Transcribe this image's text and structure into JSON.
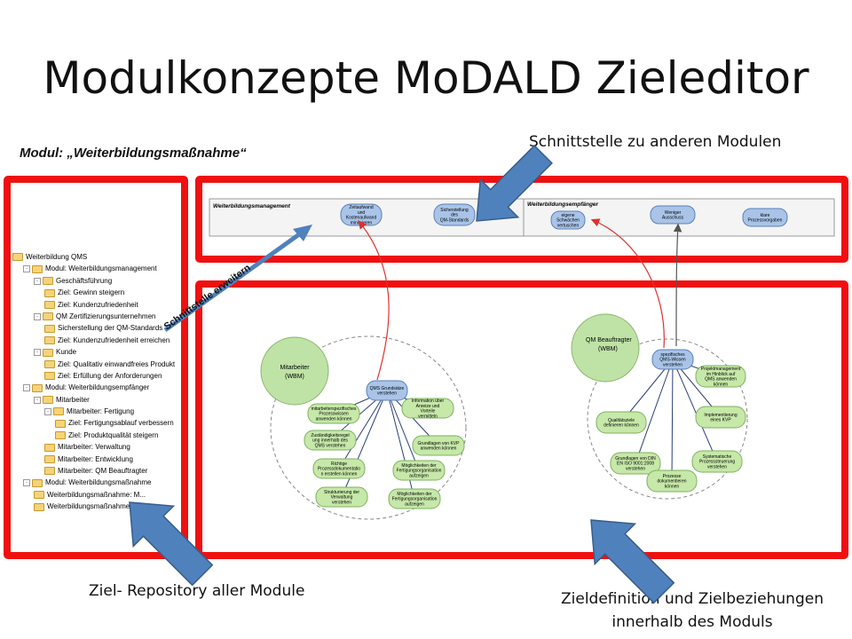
{
  "title": "Modulkonzepte MoDALD Zieleditor",
  "module_caption": "Modul: „Weiterbildungsmaßnahme“",
  "callouts": {
    "top": "Schnittstelle zu anderen Modulen",
    "left": "Ziel- Repository aller Module",
    "right_line1": "Zieldefinition und Zielbeziehungen",
    "right_line2": "innerhalb des Moduls",
    "diagonal": "Schnittstelle erweitern"
  },
  "tree": [
    {
      "level": 0,
      "toggle": "",
      "label": "Weiterbildung QMS"
    },
    {
      "level": 1,
      "toggle": "-",
      "label": "Modul: Weiterbildungsmanagement"
    },
    {
      "level": 2,
      "toggle": "-",
      "label": "Geschäftsführung"
    },
    {
      "level": 3,
      "toggle": "",
      "label": "Ziel: Gewinn steigern"
    },
    {
      "level": 3,
      "toggle": "",
      "label": "Ziel: Kundenzufriedenheit"
    },
    {
      "level": 2,
      "toggle": "-",
      "label": "QM Zertifizierungsunternehmen"
    },
    {
      "level": 3,
      "toggle": "",
      "label": "Sicherstellung der QM-Standards"
    },
    {
      "level": 3,
      "toggle": "",
      "label": "Ziel: Kundenzufriedenheit erreichen"
    },
    {
      "level": 2,
      "toggle": "-",
      "label": "Kunde"
    },
    {
      "level": 3,
      "toggle": "",
      "label": "Ziel: Qualitativ einwandfreies Produkt"
    },
    {
      "level": 3,
      "toggle": "",
      "label": "Ziel: Erfüllung der Anforderungen"
    },
    {
      "level": 1,
      "toggle": "-",
      "label": "Modul: Weiterbildungsempfänger"
    },
    {
      "level": 2,
      "toggle": "-",
      "label": "Mitarbeiter"
    },
    {
      "level": 3,
      "toggle": "-",
      "label": "Mitarbeiter: Fertigung"
    },
    {
      "level": 4,
      "toggle": "",
      "label": "Ziel: Fertigungsablauf verbessern"
    },
    {
      "level": 4,
      "toggle": "",
      "label": "Ziel: Produktqualität steigern"
    },
    {
      "level": 3,
      "toggle": "",
      "label": "Mitarbeiter: Verwaltung"
    },
    {
      "level": 3,
      "toggle": "",
      "label": "Mitarbeiter: Entwicklung"
    },
    {
      "level": 3,
      "toggle": "",
      "label": "Mitarbeiter: QM Beauftragter"
    },
    {
      "level": 1,
      "toggle": "-",
      "label": "Modul: Weiterbildungsmaßnahme"
    },
    {
      "level": 2,
      "toggle": "",
      "label": "Weiterbildungsmaßnahme: M..."
    },
    {
      "level": 2,
      "toggle": "",
      "label": "Weiterbildungsmaßnahme: Q..."
    }
  ],
  "interface_bar": {
    "left_title": "Weiterbildungsmanagement",
    "right_title": "Weiterbildungsempfänger",
    "left_nodes": [
      "Zeitaufwand und Kostenaufwand minimieren",
      "Sicherstellung des QM-Standards"
    ],
    "right_nodes": [
      "eigene Schwächen vertuschen",
      "Weniger Ausschuss",
      "klare Prozessvorgaben"
    ]
  },
  "left_cluster": {
    "actor": [
      "Mitarbeiter",
      "(WBM)"
    ],
    "center": "QMS Grundsätze verstehen",
    "nodes": [
      "mitarbeiterspezifisches Prozesswissen anwenden können",
      "Information über Anreize und Vorteile vermitteln",
      "Zuständigkeitsregel ung innerhalb des QMS verstehen",
      "Grundlagen von KVP anwenden können",
      "Richtige Prozessdokumentatio n erstellen können",
      "Möglichkeiten der Fertigungsorganisation aufzeigen",
      "Strukturierung der Verwaltung verstehen",
      "Möglichkeiten der Fertigungsorganisation aufzeigen"
    ]
  },
  "right_cluster": {
    "actor": [
      "QM Beauftragter",
      "(WBM)"
    ],
    "center": "spezifisches QMS-Wissen verstehen",
    "nodes": [
      "Projektmanagement im Hinblick auf QMS anwenden können",
      "Qualitätsziele definieren können",
      "Implementierung eines KVP",
      "Grundlagen von DIN EN ISO 9001:2008 verstehen",
      "Systematische Prozesssteuerung verstehen",
      "Prozesse dokumentieren können"
    ]
  },
  "colors": {
    "frame_red": "#f01010",
    "arrow_blue": "#4f81bd",
    "node_green": "#c6e8a8",
    "node_blue": "#a9c4e8",
    "actor_green": "#bfe3a6"
  }
}
